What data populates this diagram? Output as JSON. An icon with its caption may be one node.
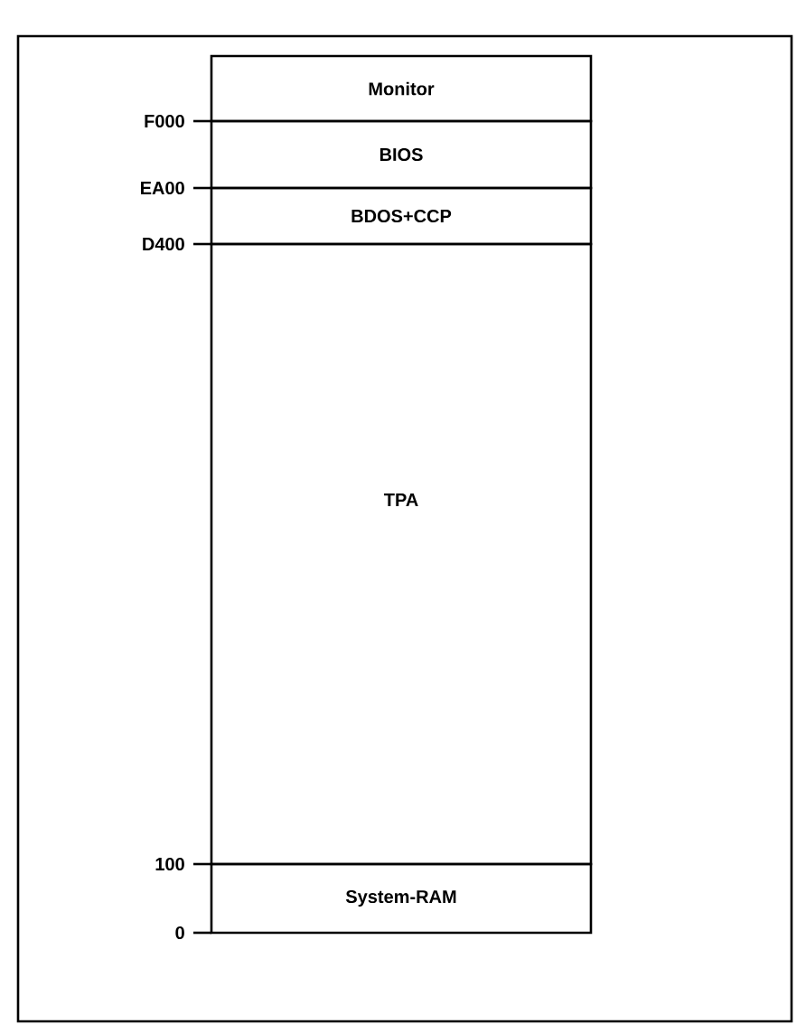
{
  "diagram": {
    "nodes": [
      {
        "text": [
          "Monitor"
        ],
        "beside": [
          "F000"
        ]
      },
      {
        "text": [
          "BIOS"
        ],
        "beside": [
          "EA00"
        ]
      },
      {
        "text": [
          "BDOS+CCP"
        ],
        "beside": [
          "D400"
        ]
      },
      {
        "text": [
          "TPA"
        ],
        "beside": [
          "100"
        ]
      },
      {
        "text": [
          "System-RAM"
        ],
        "beside": [
          "0"
        ]
      }
    ]
  }
}
